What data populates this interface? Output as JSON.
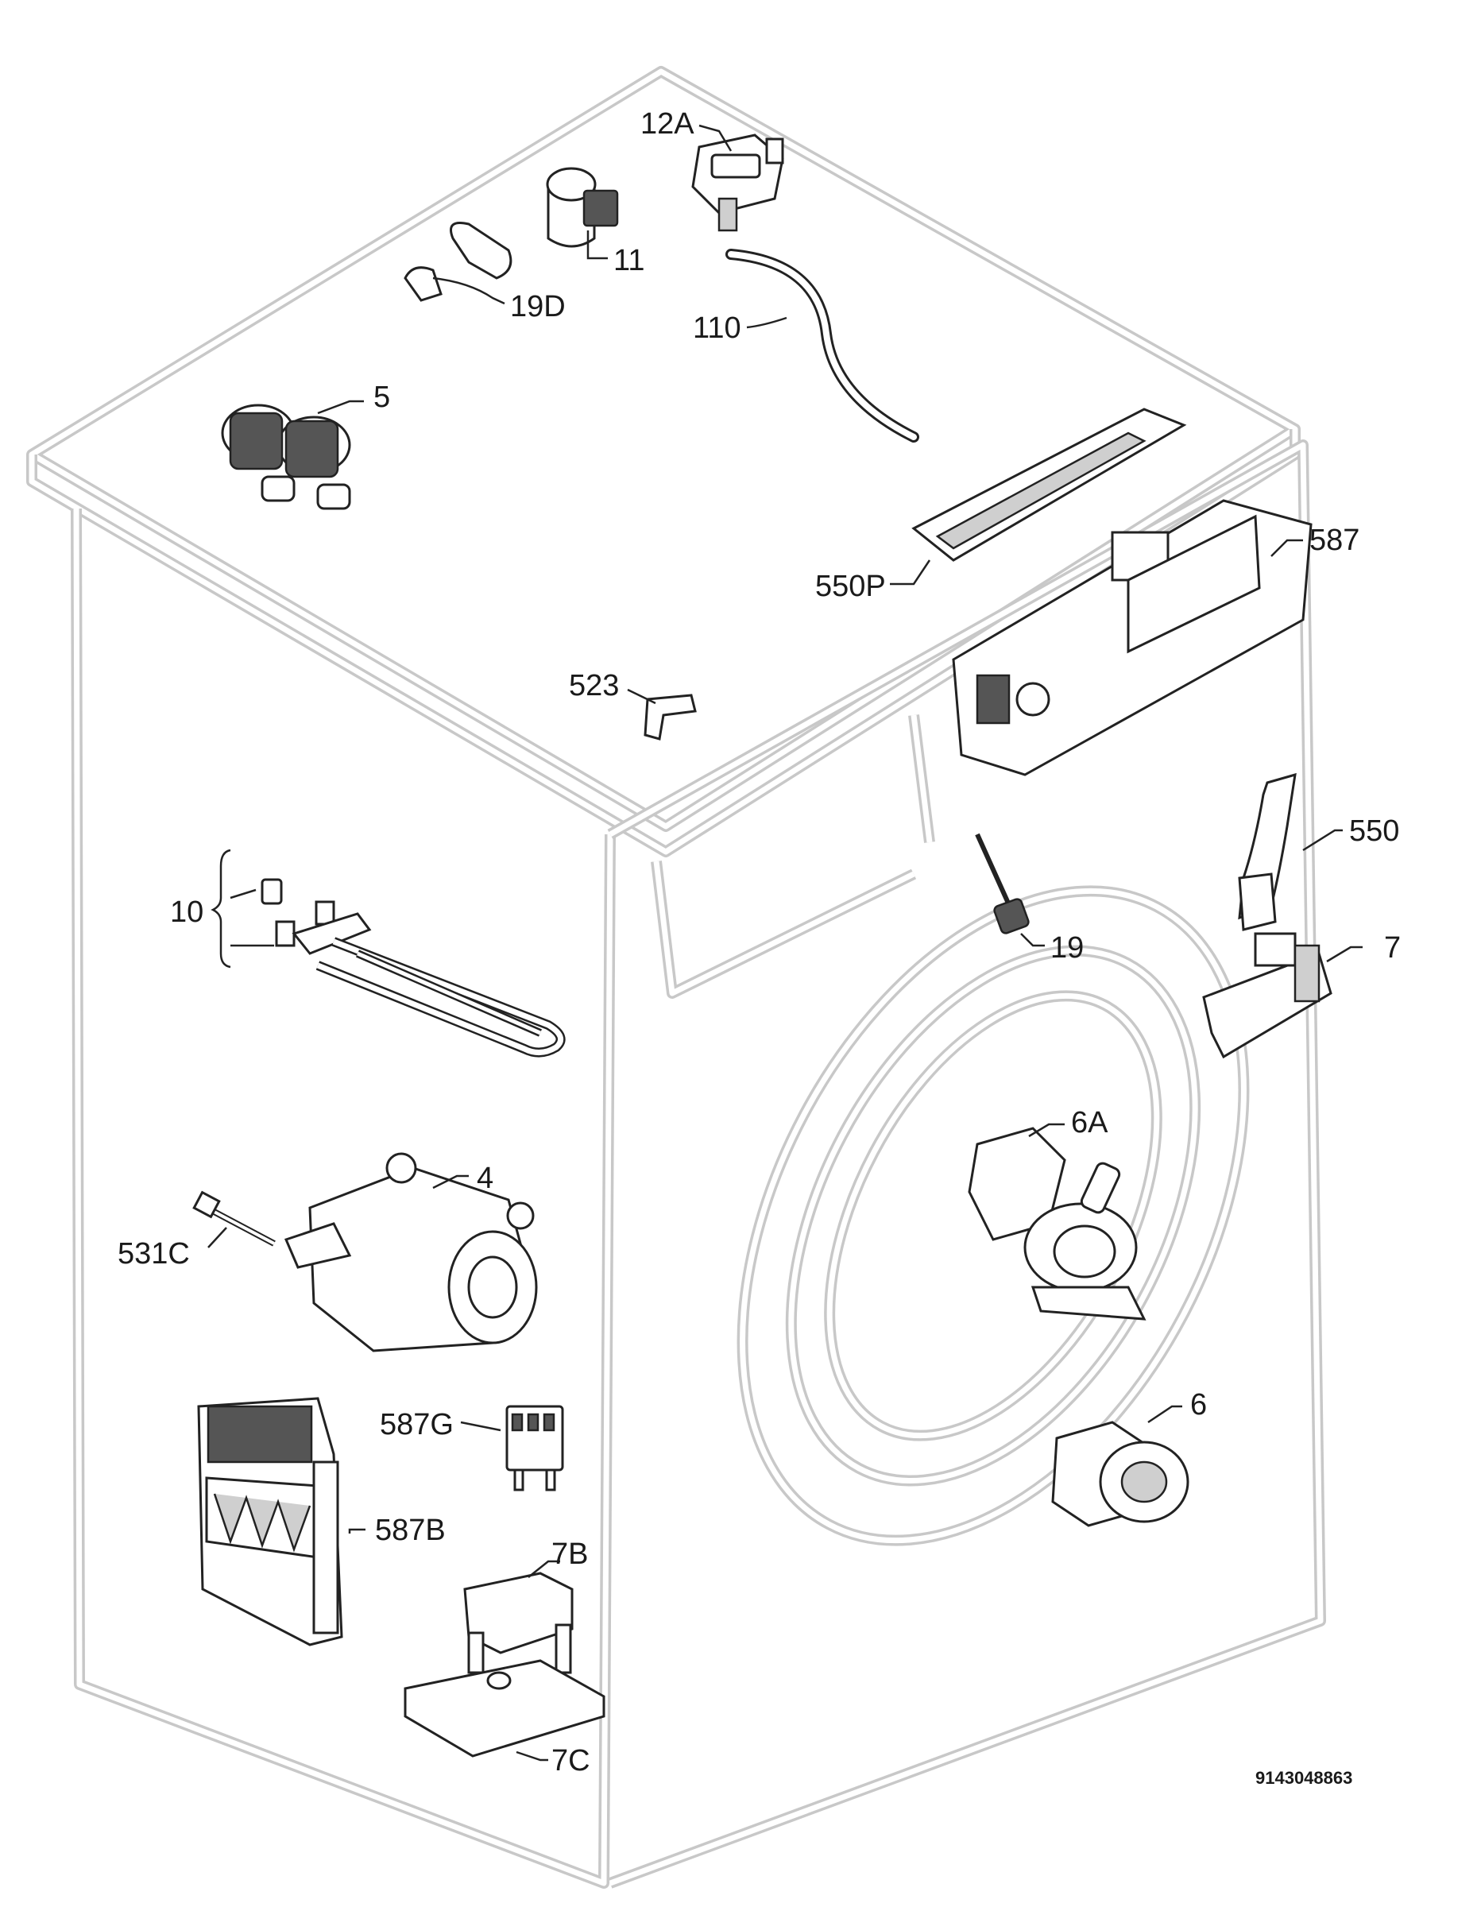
{
  "diagram": {
    "code": "9143048863",
    "parts": [
      {
        "id": "12A"
      },
      {
        "id": "11"
      },
      {
        "id": "19D"
      },
      {
        "id": "110"
      },
      {
        "id": "5"
      },
      {
        "id": "587"
      },
      {
        "id": "550P"
      },
      {
        "id": "523"
      },
      {
        "id": "550"
      },
      {
        "id": "10"
      },
      {
        "id": "19"
      },
      {
        "id": "7"
      },
      {
        "id": "6A"
      },
      {
        "id": "4"
      },
      {
        "id": "531C"
      },
      {
        "id": "6"
      },
      {
        "id": "587G"
      },
      {
        "id": "587B"
      },
      {
        "id": "7B"
      },
      {
        "id": "7C"
      }
    ]
  }
}
